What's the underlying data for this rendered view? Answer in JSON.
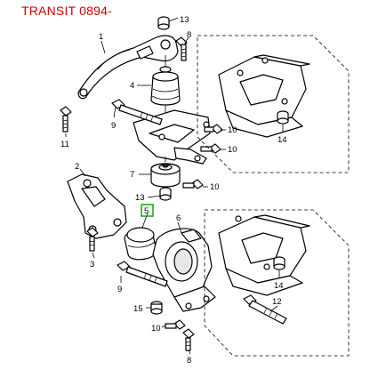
{
  "header": {
    "title": "TRANSIT 0894-"
  },
  "callouts": {
    "c1": "1",
    "c2": "2",
    "c3": "3",
    "c4": "4",
    "c5": "5",
    "c6": "6",
    "c7": "7",
    "c8": "8",
    "c9a": "9",
    "c9b": "9",
    "c10a": "10",
    "c10b": "10",
    "c10c": "10",
    "c11": "11",
    "c12": "12",
    "c13a": "13",
    "c13b": "13",
    "c14a": "14",
    "c14b": "14",
    "c15": "15"
  },
  "colors": {
    "title": "#d00000",
    "highlight": "#00a000",
    "line": "#000000"
  },
  "highlighted_part": "5"
}
